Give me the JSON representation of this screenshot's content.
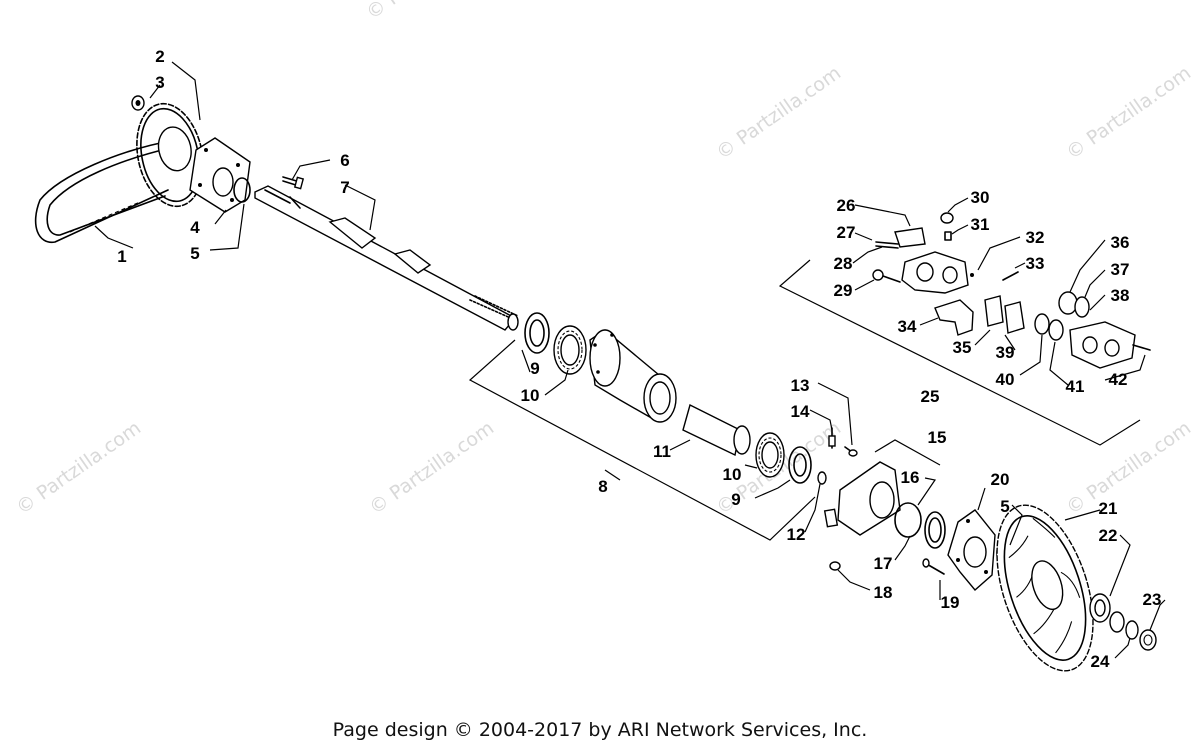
{
  "watermark": "© Partzilla.com",
  "footer": "Page design © 2004-2017 by ARI Network Services, Inc.",
  "callouts": [
    "1",
    "2",
    "3",
    "4",
    "5",
    "5",
    "6",
    "7",
    "8",
    "9",
    "9",
    "10",
    "10",
    "11",
    "12",
    "13",
    "14",
    "15",
    "16",
    "17",
    "18",
    "19",
    "20",
    "21",
    "22",
    "23",
    "24",
    "25",
    "26",
    "27",
    "28",
    "29",
    "30",
    "31",
    "32",
    "33",
    "34",
    "35",
    "36",
    "37",
    "38",
    "39",
    "40",
    "41",
    "42"
  ]
}
